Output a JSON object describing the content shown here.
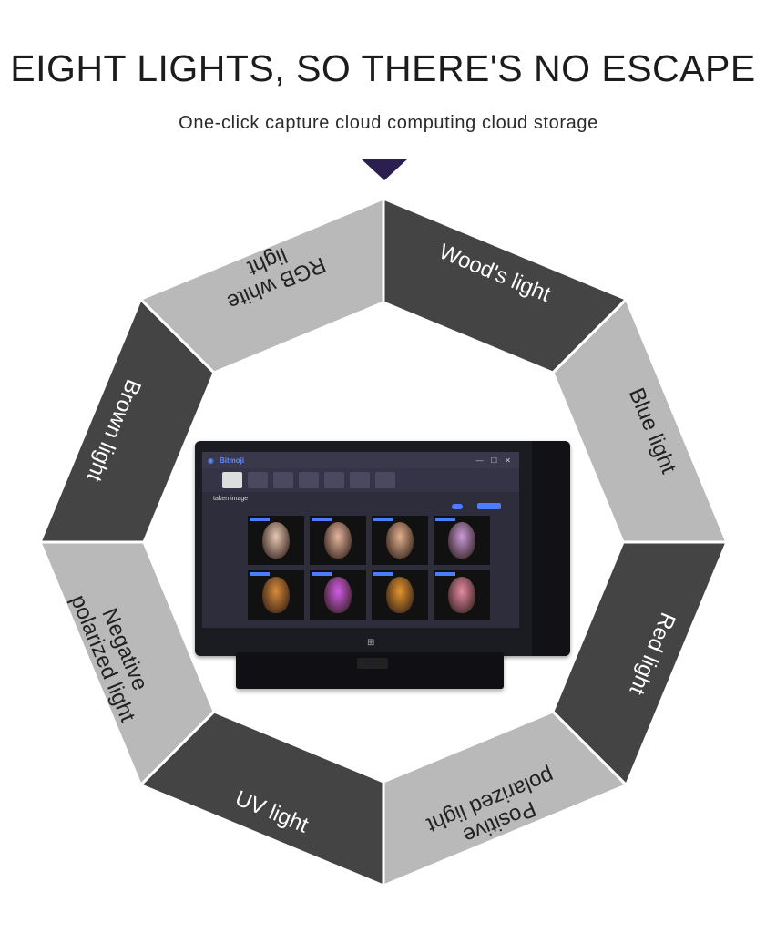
{
  "heading": {
    "title": "EIGHT LIGHTS, SO THERE'S NO ESCAPE",
    "subtitle": "One-click capture cloud computing cloud storage"
  },
  "ring": {
    "segments": [
      {
        "lines": [
          "Wood's light"
        ],
        "shade": "dark"
      },
      {
        "lines": [
          "Blue light"
        ],
        "shade": "light"
      },
      {
        "lines": [
          "Red light"
        ],
        "shade": "dark"
      },
      {
        "lines": [
          "Positive",
          "polarized light"
        ],
        "shade": "light"
      },
      {
        "lines": [
          "UV light"
        ],
        "shade": "dark"
      },
      {
        "lines": [
          "Negative",
          "polarized light"
        ],
        "shade": "light"
      },
      {
        "lines": [
          "Brown light"
        ],
        "shade": "dark"
      },
      {
        "lines": [
          "RGB white",
          "light"
        ],
        "shade": "light"
      }
    ]
  },
  "colors": {
    "dark_segment": "#444444",
    "light_segment": "#b9b9b9",
    "marker": "#2a1f4e",
    "accent": "#4b7dff"
  },
  "device": {
    "app_name": "Bitmoji",
    "window_controls": "— ☐ ✕",
    "section_label": "taken image",
    "windows_logo": "⊞",
    "faces": [
      {
        "tint": "#e8c8b4"
      },
      {
        "tint": "#e6b59e"
      },
      {
        "tint": "#e2b08e"
      },
      {
        "tint": "#c99ad8"
      },
      {
        "tint": "#d98a3a"
      },
      {
        "tint": "#d35ce8"
      },
      {
        "tint": "#e39530"
      },
      {
        "tint": "#e58aa4"
      }
    ]
  }
}
